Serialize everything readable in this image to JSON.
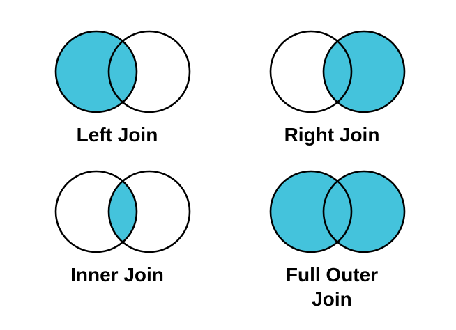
{
  "page": {
    "background_color": "#ffffff"
  },
  "colors": {
    "highlight_fill": "#44c3dc",
    "circle_outline": "#000000",
    "label_text": "#000000",
    "empty_fill": "#ffffff"
  },
  "diagrams": [
    {
      "label": "Left Join",
      "filled_region": "left"
    },
    {
      "label": "Right Join",
      "filled_region": "right"
    },
    {
      "label": "Inner Join",
      "filled_region": "intersection"
    },
    {
      "label": "Full Outer Join",
      "filled_region": "both"
    }
  ]
}
